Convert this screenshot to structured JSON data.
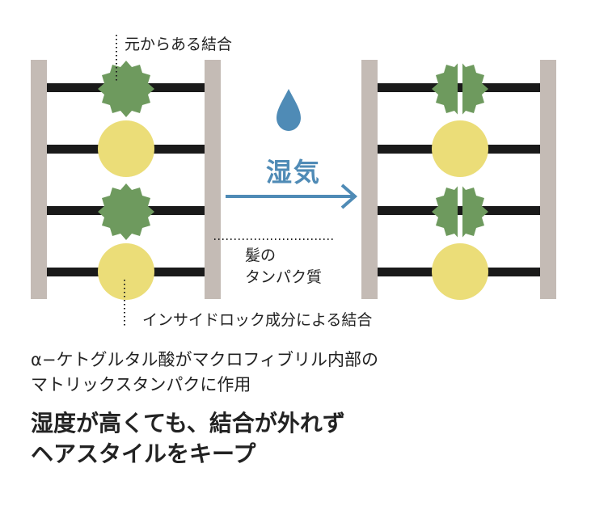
{
  "labels": {
    "original_bond": "元からある結合",
    "hair_protein": "髪の\nタンパク質",
    "inside_lock": "インサイドロック成分による結合",
    "humidity": "湿気"
  },
  "caption": {
    "line1": "α−ケトグルタル酸がマクロフィブリル内部の\nマトリックスタンパクに作用",
    "line2": "湿度が高くても、結合が外れず\nヘアスタイルをキープ"
  },
  "colors": {
    "rail": "#c4bbb5",
    "rung": "#1a1a1a",
    "bond_green": "#6e9a5e",
    "bond_yellow": "#ebdd78",
    "water": "#4f8bb6",
    "text": "#222222"
  }
}
